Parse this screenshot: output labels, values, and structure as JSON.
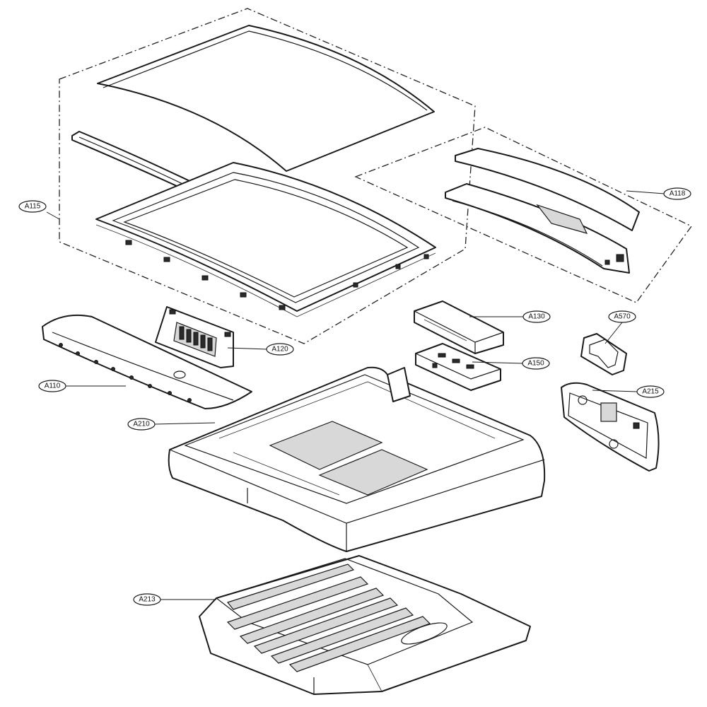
{
  "callouts": {
    "a115": "A115",
    "a118": "A118",
    "a130": "A130",
    "a570": "A570",
    "a120": "A120",
    "a150": "A150",
    "a110": "A110",
    "a215": "A215",
    "a210": "A210",
    "a213": "A213"
  }
}
